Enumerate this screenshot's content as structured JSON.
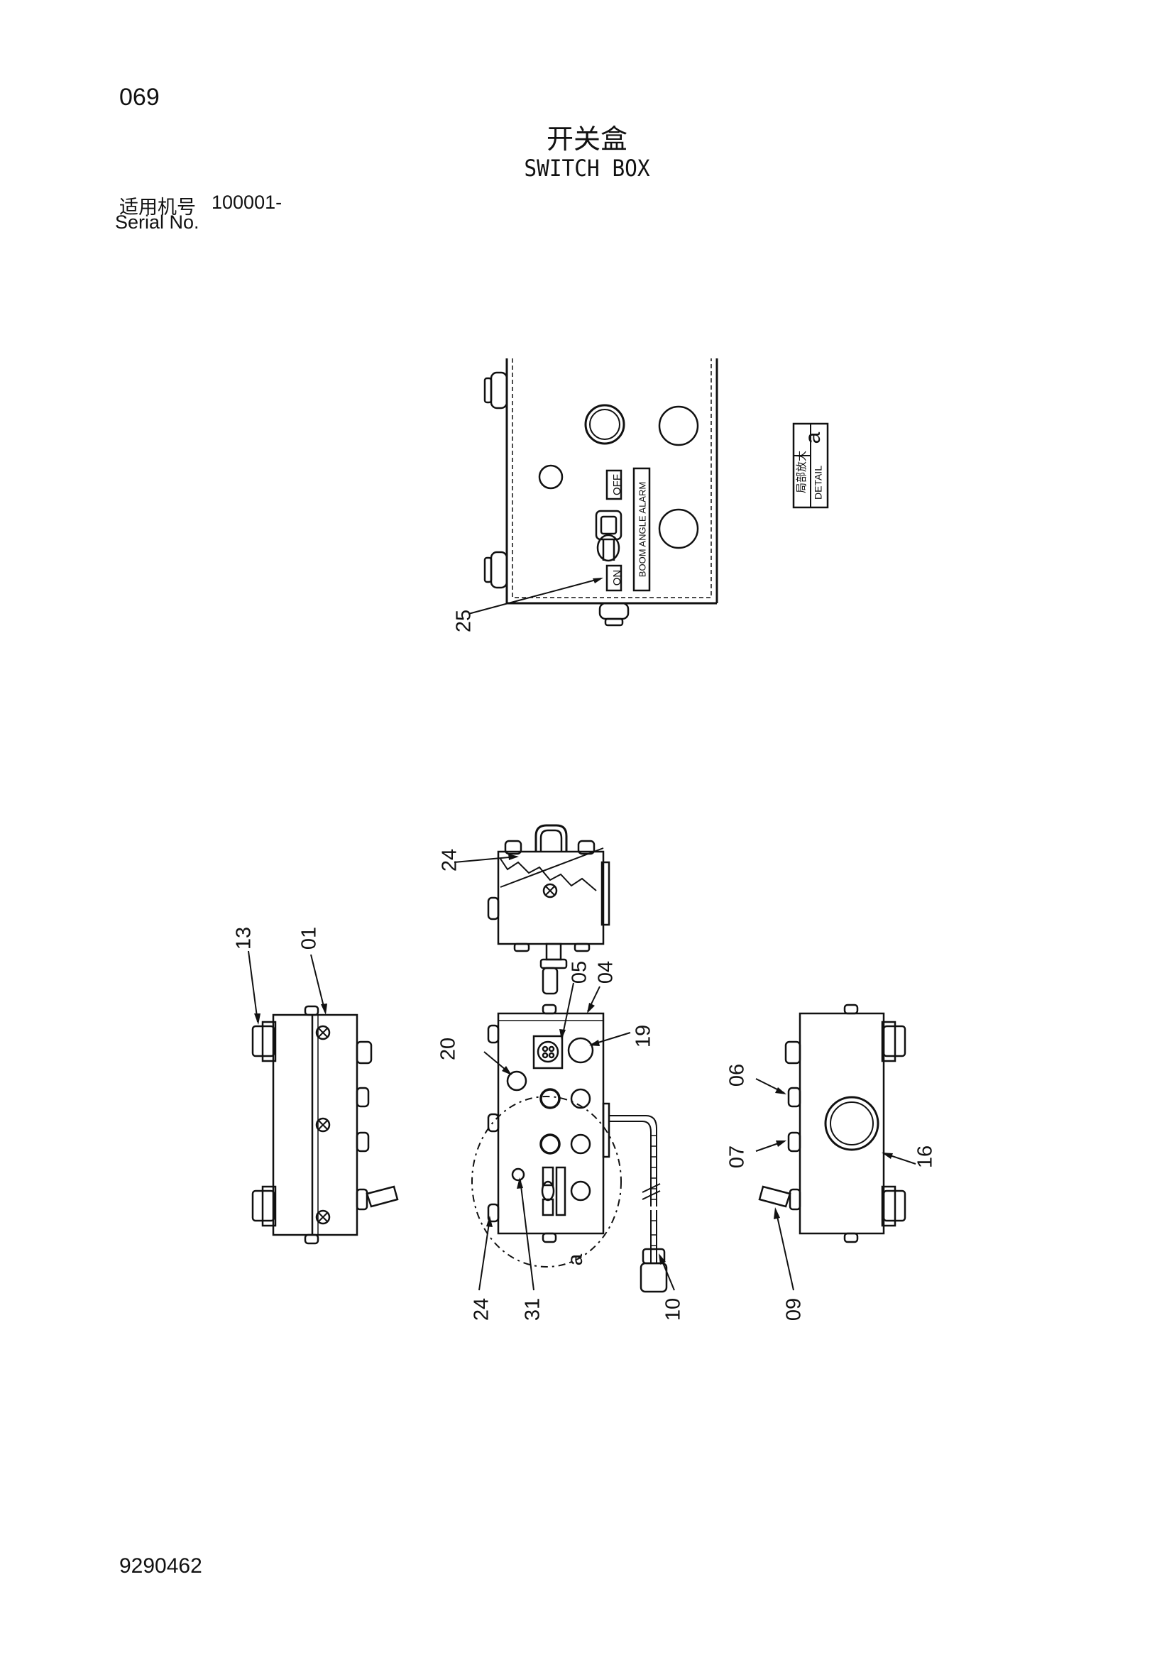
{
  "header": {
    "page_number": "069",
    "title_cn": "开关盒",
    "title_en": "SWITCH BOX",
    "serial_label_cn": "适用机号",
    "serial_value": "100001-",
    "serial_label_en": "Serial No."
  },
  "detail_box": {
    "label_cn": "局部放大",
    "label_en": "DETAIL",
    "letter": "a"
  },
  "switch_labels": {
    "off": "OFF",
    "on": "ON",
    "boom": "BOOM ANGLE ALARM"
  },
  "callouts": {
    "c25": "25",
    "c24a": "24",
    "c13": "13",
    "c01": "01",
    "c05": "05",
    "c04": "04",
    "c20": "20",
    "c19": "19",
    "c06": "06",
    "c07": "07",
    "c16": "16",
    "c24b": "24",
    "c31": "31",
    "c10": "10",
    "c09": "09",
    "detail_a": "a"
  },
  "footer": {
    "document_number": "9290462"
  }
}
